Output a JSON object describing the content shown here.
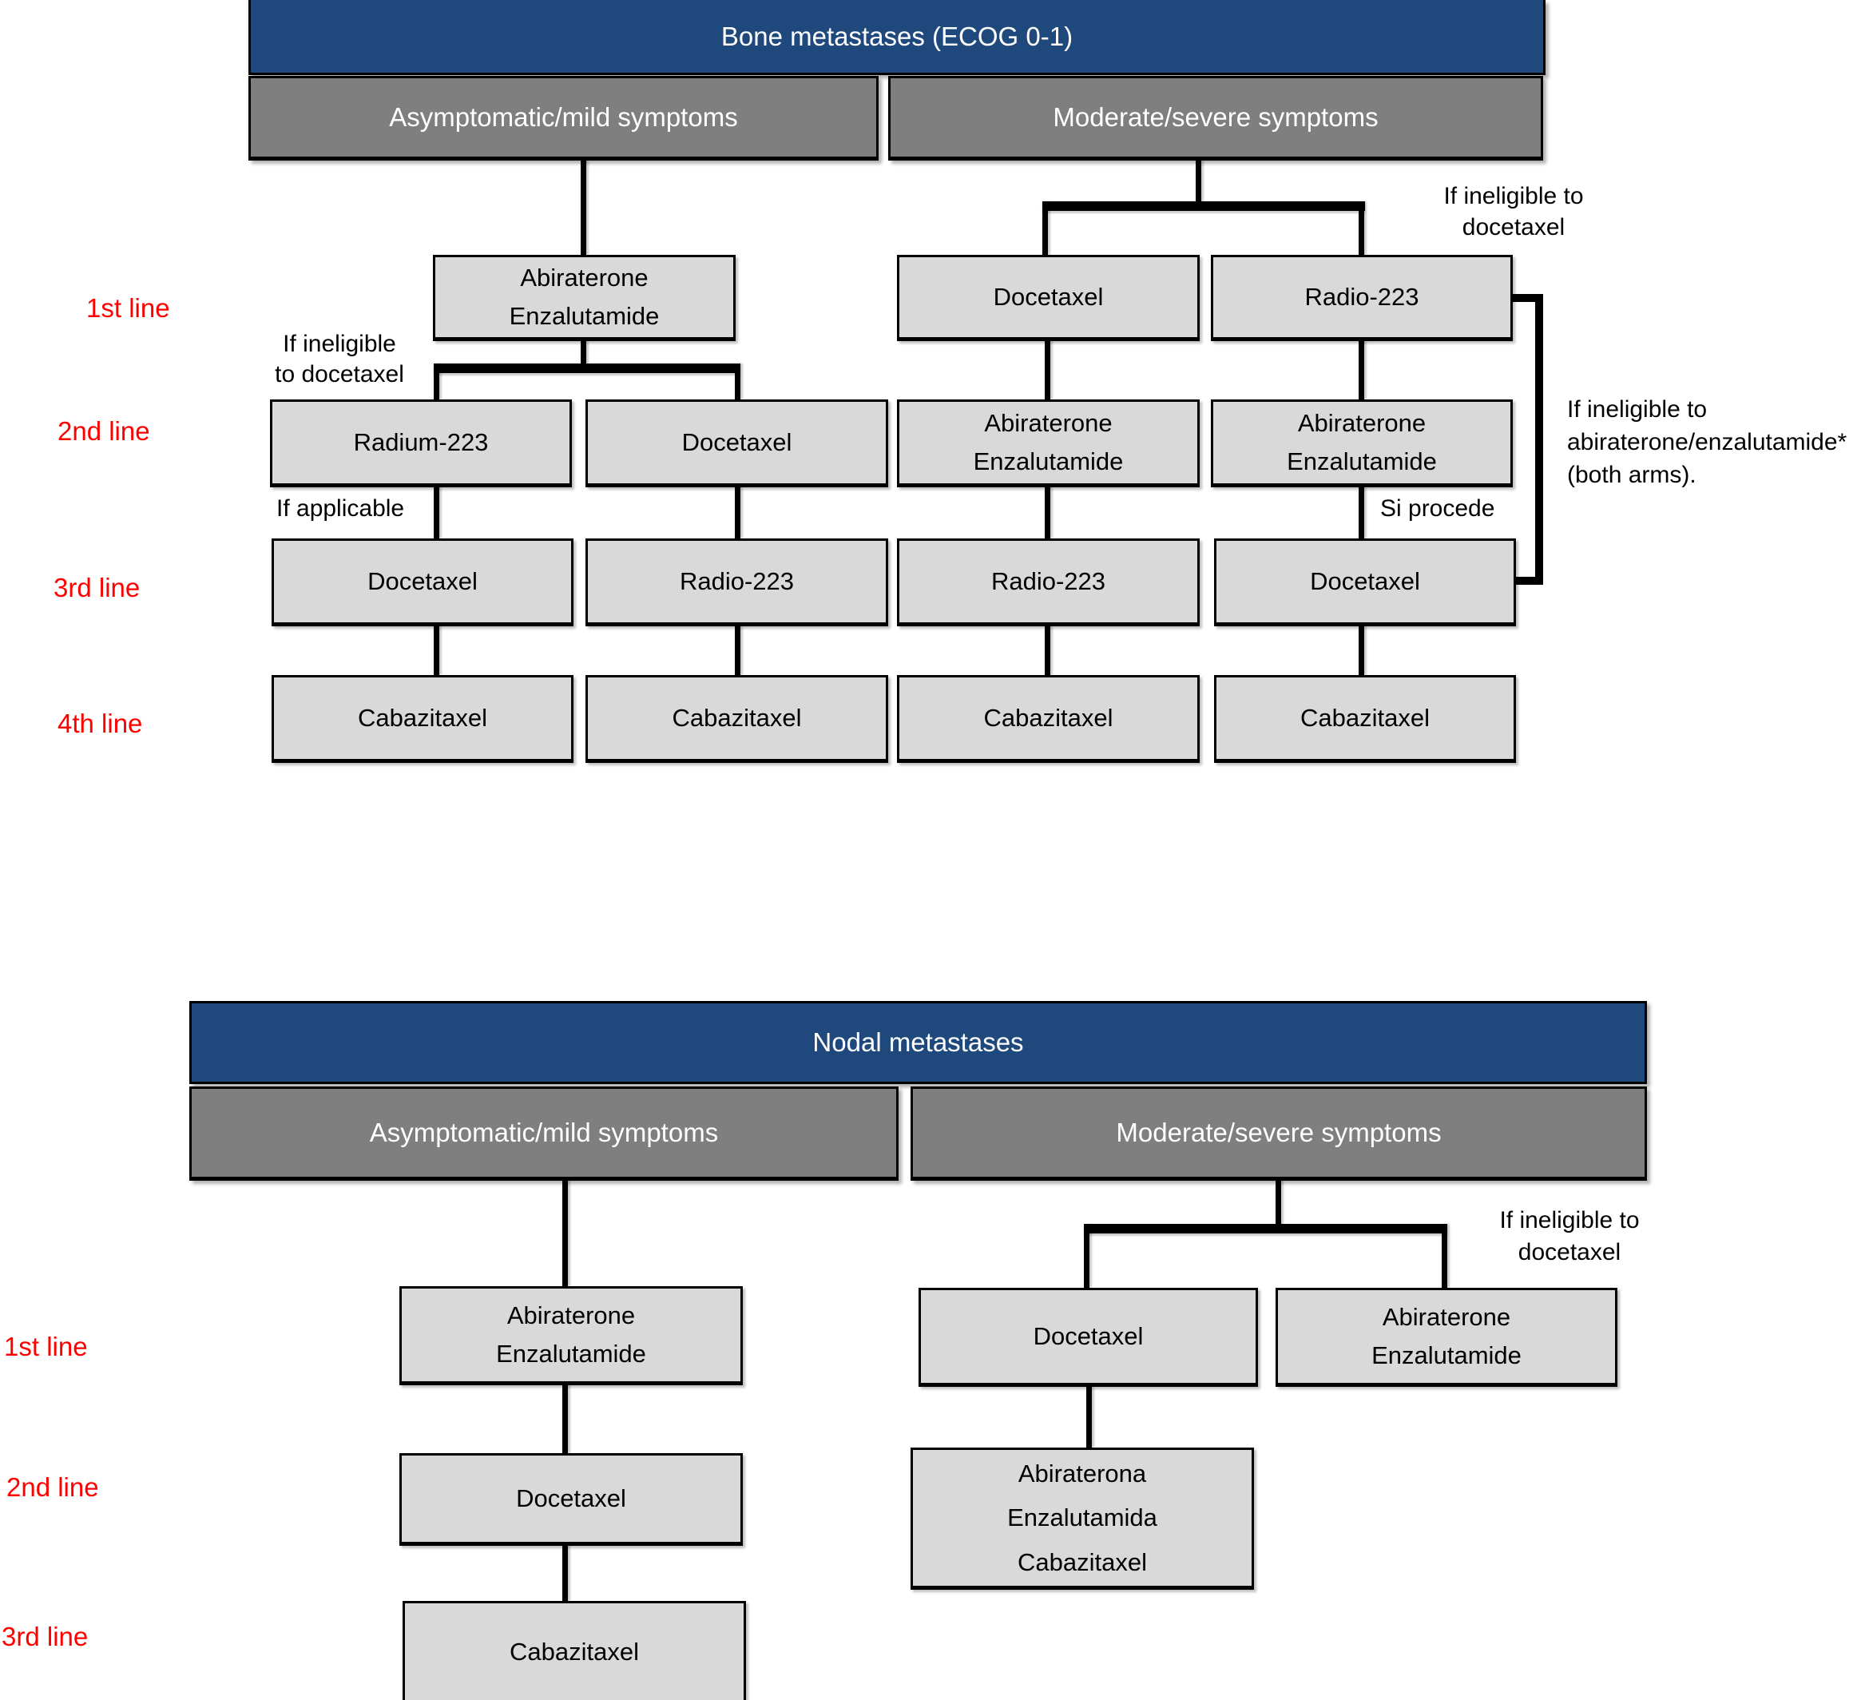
{
  "palette": {
    "header_blue": "#1F497D",
    "header_gray": "#7F7F7F",
    "box_fill": "#D9D9D9",
    "line_black": "#000000",
    "accent_red": "#FF0000"
  },
  "chart1": {
    "title": "Bone metastases (ECOG 0-1)",
    "branch_headers": {
      "left": "Asymptomatic/mild symptoms",
      "right": "Moderate/severe symptoms"
    },
    "row_labels": [
      "1st line",
      "2nd line",
      "3rd line",
      "4th line"
    ],
    "boxes": {
      "r1_mid": "Abiraterone\nEnzalutamide",
      "r1_c3": "Docetaxel",
      "r1_c4": "Radio-223",
      "r2_c1": "Radium-223",
      "r2_c2": "Docetaxel",
      "r2_c3": "Abiraterone\nEnzalutamide",
      "r2_c4": "Abiraterone\nEnzalutamide",
      "r3_c1": "Docetaxel",
      "r3_c2": "Radio-223",
      "r3_c3": "Radio-223",
      "r3_c4": "Docetaxel",
      "r4_c1": "Cabazitaxel",
      "r4_c2": "Cabazitaxel",
      "r4_c3": "Cabazitaxel",
      "r4_c4": "Cabazitaxel"
    },
    "annotations": {
      "ineligible_docetaxel_right": "If ineligible to\ndocetaxel",
      "ineligible_docetaxel_left": "If ineligible\nto docetaxel",
      "if_applicable": "If applicable",
      "si_procede": "Si procede",
      "ineligible_abi_enza": "If ineligible to\nabiraterone/enzalutamide*\n(both arms)."
    }
  },
  "chart2": {
    "title": "Nodal metastases",
    "branch_headers": {
      "left": "Asymptomatic/mild symptoms",
      "right": "Moderate/severe symptoms"
    },
    "row_labels": [
      "1st line",
      "2nd line",
      "3rd line"
    ],
    "boxes": {
      "left_r1": "Abiraterone\nEnzalutamide",
      "left_r2": "Docetaxel",
      "left_r3": "Cabazitaxel",
      "right_r1_c1": "Docetaxel",
      "right_r1_c2": "Abiraterone\nEnzalutamide",
      "right_r2": "Abiraterona\nEnzalutamida\nCabazitaxel"
    },
    "annotations": {
      "ineligible_docetaxel": "If ineligible to\ndocetaxel"
    }
  }
}
